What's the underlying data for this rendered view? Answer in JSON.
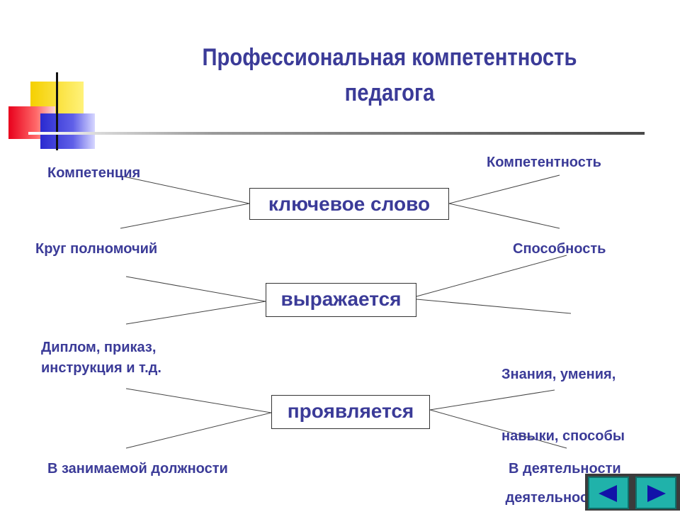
{
  "slide": {
    "title_line1": "Профессиональная компетентность",
    "title_line2": "педагога"
  },
  "diagram": {
    "nodes": [
      {
        "id": "keyword",
        "label": "ключевое слово"
      },
      {
        "id": "expressed",
        "label": "выражается"
      },
      {
        "id": "manifested",
        "label": "проявляется"
      }
    ],
    "labels": {
      "competence": "Компетенция",
      "competency": "Компетентность",
      "authority_scope": "Круг полномочий",
      "ability": "Способность",
      "documents_line1": "Диплом, приказ,",
      "documents_line2": "инструкция и т.д.",
      "knowledge_line1": "Знания, умения,",
      "knowledge_line2": "навыки, способы",
      "knowledge_line3": " деятельности",
      "in_position": "В занимаемой должности",
      "in_activity": "В деятельности"
    },
    "edges": [
      {
        "from": "competence",
        "to": "keyword"
      },
      {
        "from": "authority_scope",
        "to": "keyword"
      },
      {
        "from": "competency",
        "to": "keyword"
      },
      {
        "from": "ability",
        "to": "keyword"
      },
      {
        "from": "authority_scope",
        "to": "expressed"
      },
      {
        "from": "documents",
        "to": "expressed"
      },
      {
        "from": "ability",
        "to": "expressed"
      },
      {
        "from": "knowledge",
        "to": "expressed"
      },
      {
        "from": "documents",
        "to": "manifested"
      },
      {
        "from": "in_position",
        "to": "manifested"
      },
      {
        "from": "knowledge",
        "to": "manifested"
      },
      {
        "from": "in_activity",
        "to": "manifested"
      }
    ]
  },
  "navigation": {
    "prev_icon": "triangle-left-icon",
    "next_icon": "triangle-right-icon"
  }
}
